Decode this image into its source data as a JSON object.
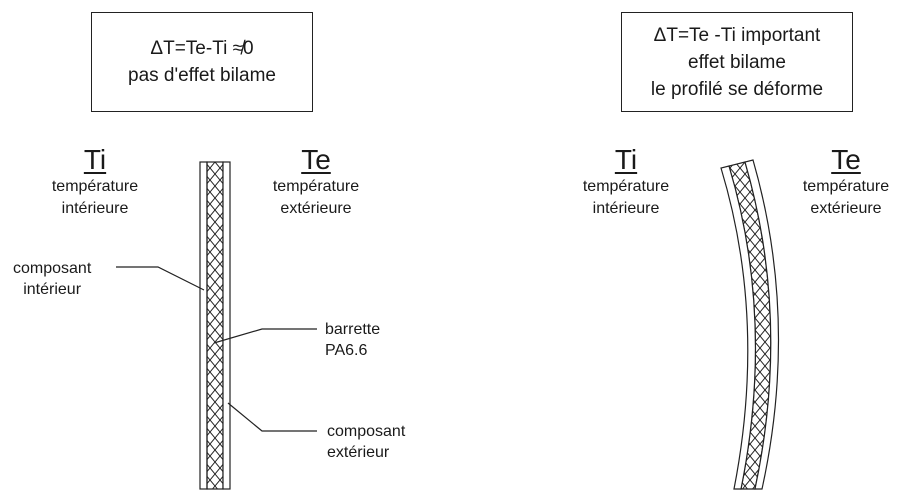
{
  "left_box": {
    "line1": "ΔT=Te-Ti ≉0",
    "line2": "pas d'effet bilame"
  },
  "right_box": {
    "line1": "ΔT=Te -Ti important",
    "line2": "effet bilame",
    "line3": "le profilé se déforme"
  },
  "left_panel": {
    "ti_symbol": "Ti",
    "ti_desc_1": "température",
    "ti_desc_2": "intérieure",
    "te_symbol": "Te",
    "te_desc_1": "température",
    "te_desc_2": "extérieure",
    "label_interior_1": "composant",
    "label_interior_2": "intérieur",
    "label_bar_1": "barrette",
    "label_bar_2": "PA6.6",
    "label_exterior_1": "composant",
    "label_exterior_2": "extérieur"
  },
  "right_panel": {
    "ti_symbol": "Ti",
    "ti_desc_1": "température",
    "ti_desc_2": "intérieure",
    "te_symbol": "Te",
    "te_desc_1": "température",
    "te_desc_2": "extérieure"
  }
}
